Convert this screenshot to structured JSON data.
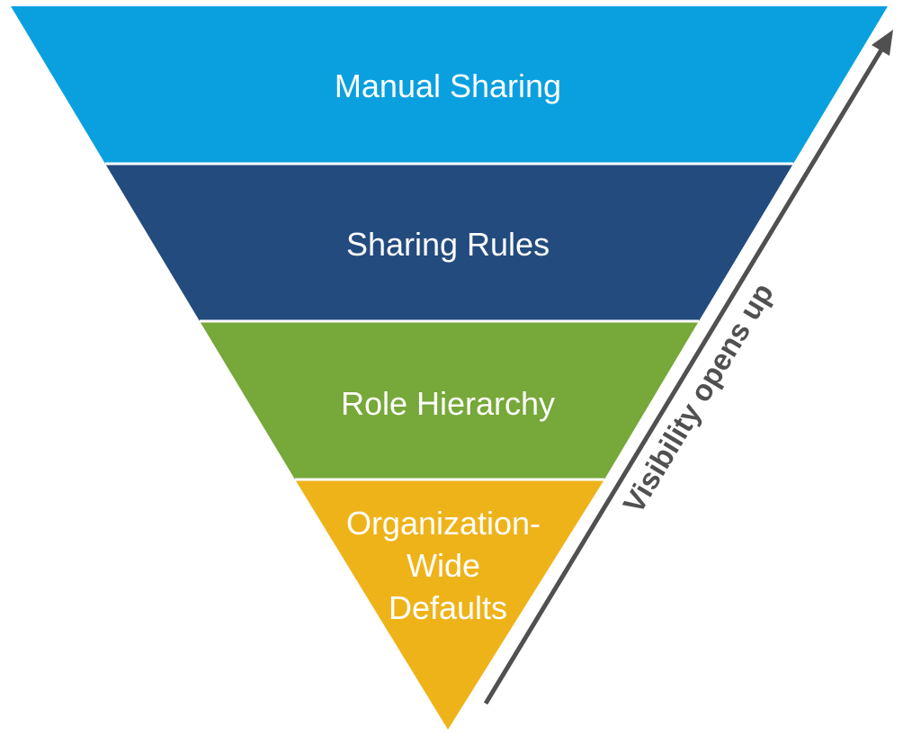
{
  "diagram": {
    "tiers": [
      {
        "lines": [
          "Manual Sharing"
        ],
        "color": "#0aa0df"
      },
      {
        "lines": [
          "Sharing Rules"
        ],
        "color": "#234b7e"
      },
      {
        "lines": [
          "Role Hierarchy"
        ],
        "color": "#76a83a"
      },
      {
        "lines": [
          "Organization-",
          "Wide",
          "Defaults"
        ],
        "color": "#efb31a"
      }
    ],
    "arrow": {
      "label": "Visibility opens up",
      "color": "#505050",
      "direction": "up"
    },
    "divider_color": "#ffffff"
  }
}
